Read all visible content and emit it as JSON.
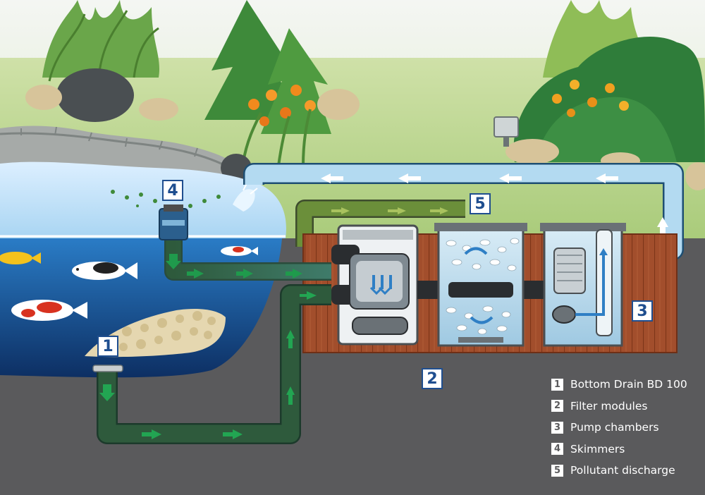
{
  "callouts": [
    {
      "label": "1"
    },
    {
      "label": "2"
    },
    {
      "label": "3"
    },
    {
      "label": "4"
    },
    {
      "label": "5"
    }
  ],
  "legend": [
    {
      "num": "1",
      "text": "Bottom Drain BD 100"
    },
    {
      "num": "2",
      "text": "Filter modules"
    },
    {
      "num": "3",
      "text": "Pump chambers"
    },
    {
      "num": "4",
      "text": "Skimmers"
    },
    {
      "num": "5",
      "text": "Pollutant discharge"
    }
  ],
  "colors": {
    "sky": "#ffffff",
    "lawn": "#bcd88e",
    "ground": "#5a5a5c",
    "pond_water": "#1a5ca8",
    "dirty_pipe": "#2f5a3e",
    "clean_pipe": "#aed6ee",
    "deck_wood": "#9b4a2a",
    "callout_border": "#1f4e8f"
  }
}
